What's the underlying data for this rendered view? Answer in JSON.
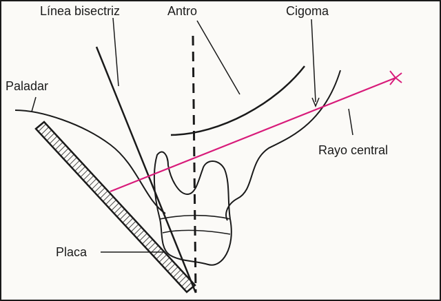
{
  "labels": {
    "bisector": "Línea bisectriz",
    "antrum": "Antro",
    "zygoma": "Cigoma",
    "palate": "Paladar",
    "central_ray": "Rayo central",
    "plate": "Placa"
  },
  "colors": {
    "ink": "#1a1a1a",
    "central_ray": "#d81b7a",
    "background": "#fbfaf7"
  }
}
